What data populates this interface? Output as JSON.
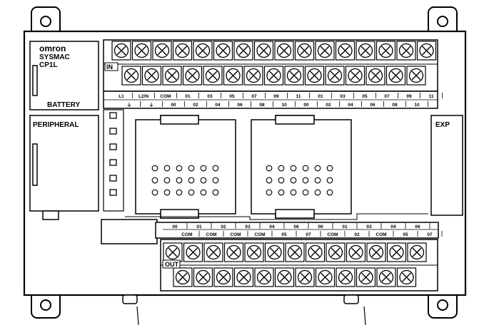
{
  "brand": {
    "line1": "omron",
    "line2": "SYSMAC",
    "line3": "CP1L"
  },
  "left_panel": {
    "battery": "BATTERY",
    "peripheral": "PERIPHERAL"
  },
  "right_panel": {
    "exp": "EXP"
  },
  "input_block": {
    "tag": "IN",
    "upper_labels": [
      "L1",
      "L2/N",
      "COM",
      "01",
      "03",
      "05",
      "07",
      "09",
      "11",
      "01",
      "03",
      "05",
      "07",
      "09",
      "11"
    ],
    "lower_labels": [
      "⏚",
      "⏚",
      "00",
      "02",
      "04",
      "06",
      "08",
      "10",
      "00",
      "02",
      "04",
      "06",
      "08",
      "10"
    ]
  },
  "output_block": {
    "tag": "OUT",
    "upper_labels": [
      "00",
      "01",
      "02",
      "03",
      "04",
      "06",
      "00",
      "01",
      "03",
      "04",
      "06"
    ],
    "lower_labels": [
      "COM",
      "COM",
      "COM",
      "COM",
      "05",
      "07",
      "COM",
      "02",
      "COM",
      "05",
      "07"
    ]
  }
}
